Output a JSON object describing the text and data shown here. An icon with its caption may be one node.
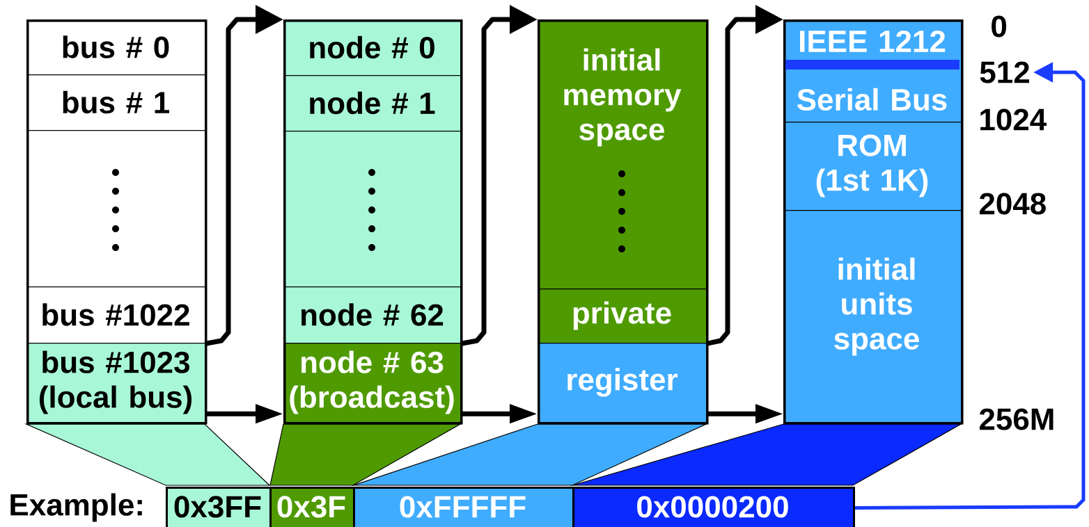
{
  "diagram": {
    "nodes": [
      {
        "text": [],
        "shape": "box"
      },
      {
        "text": [
          "bus # 0"
        ],
        "in": 0
      },
      {
        "text": [
          "bus # 1"
        ],
        "in": 0
      },
      {
        "text": [],
        "shape": "box",
        "in": 0
      },
      {
        "text": [
          "bus #1022"
        ],
        "in": 0
      },
      {
        "text": [
          "bus #1023 (local bus)"
        ],
        "in": 0
      },
      {
        "text": [],
        "shape": "box"
      },
      {
        "text": [
          "node # 0"
        ],
        "in": 6
      },
      {
        "text": [
          "node # 1"
        ],
        "in": 6
      },
      {
        "text": [],
        "shape": "box",
        "in": 6
      },
      {
        "text": [
          "node # 62"
        ],
        "in": 6
      },
      {
        "text": [
          "node # 63 (broadcast)"
        ],
        "in": 6
      },
      {
        "text": [],
        "shape": "box"
      },
      {
        "text": [
          "initial memory space"
        ],
        "in": 12
      },
      {
        "text": [
          "private"
        ],
        "in": 12
      },
      {
        "text": [
          "register"
        ],
        "in": 12
      },
      {
        "text": [],
        "shape": "box"
      },
      {
        "text": [
          "IEEE 1212",
          "Serial Bus"
        ],
        "in": 16
      },
      {
        "text": [
          "ROM (1st 1K)"
        ],
        "in": 16
      },
      {
        "text": [
          "initial units space"
        ],
        "in": 16
      },
      {
        "text": [
          "0x3FF"
        ]
      },
      {
        "text": [
          "0x3F"
        ]
      },
      {
        "text": [
          "0xFFFFF"
        ]
      },
      {
        "text": [
          "0x0000200"
        ]
      },
      {
        "text": [
          "512"
        ]
      },
      {
        "text": [],
        "shape": "trapezoid"
      },
      {
        "text": [],
        "shape": "trapezoid"
      },
      {
        "text": [],
        "shape": "trapezoid"
      },
      {
        "text": [],
        "shape": "trapezoid"
      }
    ],
    "edges": [
      {
        "from": 4,
        "to": 6,
        "arrow": "to"
      },
      {
        "from": 5,
        "to": 11,
        "arrow": "to"
      },
      {
        "from": 10,
        "to": 12,
        "arrow": "to"
      },
      {
        "from": 11,
        "to": 15,
        "arrow": "to"
      },
      {
        "from": 14,
        "to": 16,
        "arrow": "to"
      },
      {
        "from": 15,
        "to": 19,
        "arrow": "to"
      },
      {
        "from": 23,
        "to": 24,
        "arrow": "to",
        "color": "#1a3cff"
      }
    ],
    "labels": [
      "0",
      "1024",
      "2048",
      "256M",
      "Example:"
    ]
  }
}
